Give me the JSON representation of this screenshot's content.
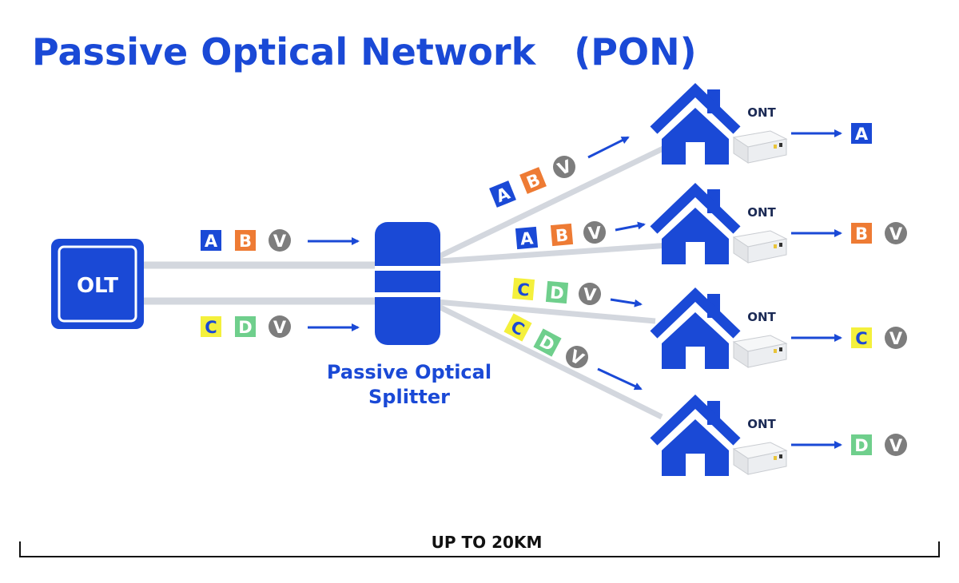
{
  "title": "Passive Optical Network   (PON)",
  "olt": {
    "label": "OLT"
  },
  "splitter": {
    "label_line1": "Passive Optical",
    "label_line2": "Splitter"
  },
  "ont_label": "ONT",
  "distance": {
    "label": "UP TO 20KM"
  },
  "colors": {
    "primary_blue": "#1a49d6",
    "fiber_gray": "#d3d7de",
    "signal_A": "#1a49d6",
    "signal_B": "#ee7b34",
    "signal_C": "#f4f03c",
    "signal_D": "#6fcf8c",
    "signal_V": "#7d7d7d"
  },
  "signals": {
    "A": "A",
    "B": "B",
    "C": "C",
    "D": "D",
    "V": "V"
  },
  "inputs": {
    "upper": [
      "A",
      "B",
      "V"
    ],
    "lower": [
      "C",
      "D",
      "V"
    ]
  },
  "branches": [
    {
      "carried": [
        "A",
        "B",
        "V"
      ],
      "delivered": [
        "A"
      ]
    },
    {
      "carried": [
        "A",
        "B",
        "V"
      ],
      "delivered": [
        "B",
        "V"
      ]
    },
    {
      "carried": [
        "C",
        "D",
        "V"
      ],
      "delivered": [
        "C",
        "V"
      ]
    },
    {
      "carried": [
        "C",
        "D",
        "V"
      ],
      "delivered": [
        "D",
        "V"
      ]
    }
  ]
}
